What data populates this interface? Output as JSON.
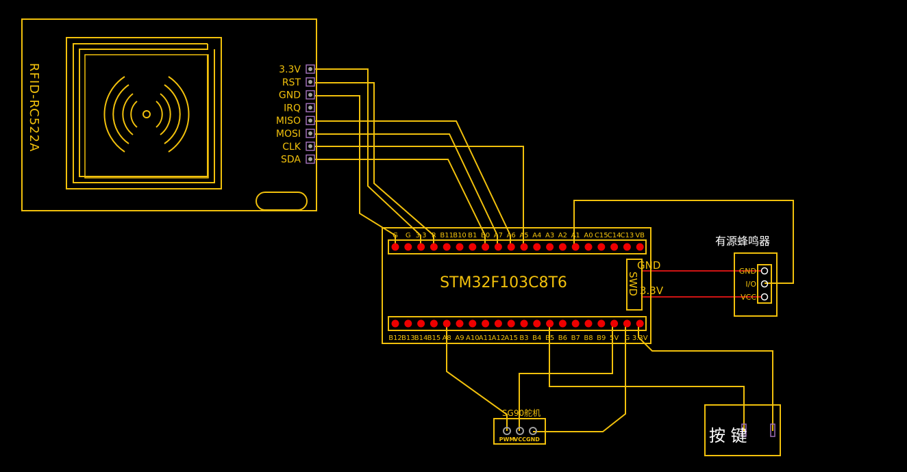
{
  "colors": {
    "background": "#000000",
    "outline": "#f2c10c",
    "wire": "#f2c10c",
    "wire_red": "#d01414",
    "pin_red": "#ee0000",
    "pin_purple": "#a070b8",
    "pin_gray": "#a0a0a0",
    "text_white": "#ffffff"
  },
  "rfid": {
    "name": "RFID-RC522A",
    "pins": [
      "3.3V",
      "RST",
      "GND",
      "IRQ",
      "MISO",
      "MOSI",
      "CLK",
      "SDA"
    ]
  },
  "mcu": {
    "name": "STM32F103C8T6",
    "top_pins": [
      "G",
      "G",
      "3.3",
      "R",
      "B11",
      "B10",
      "B1",
      "B0",
      "A7",
      "A6",
      "A5",
      "A4",
      "A3",
      "A2",
      "A1",
      "A0",
      "C15",
      "C14",
      "C13",
      "VB"
    ],
    "bottom_pins": [
      "B12",
      "B13",
      "B14",
      "B15",
      "A8",
      "A9",
      "A10",
      "A11",
      "A12",
      "A15",
      "B3",
      "B4",
      "B5",
      "B6",
      "B7",
      "B8",
      "B9",
      "5V",
      "G",
      "3.3V"
    ],
    "swd_label": "SWD",
    "gnd_label": "GND",
    "v33_label": "3.3V"
  },
  "buzzer": {
    "title": "有源蜂鸣器",
    "pins": [
      "GND",
      "I/O",
      "VCC"
    ]
  },
  "servo": {
    "title": "SG90舵机",
    "pins": [
      "PWM",
      "VCC",
      "GND"
    ]
  },
  "button": {
    "label": "按 键"
  }
}
